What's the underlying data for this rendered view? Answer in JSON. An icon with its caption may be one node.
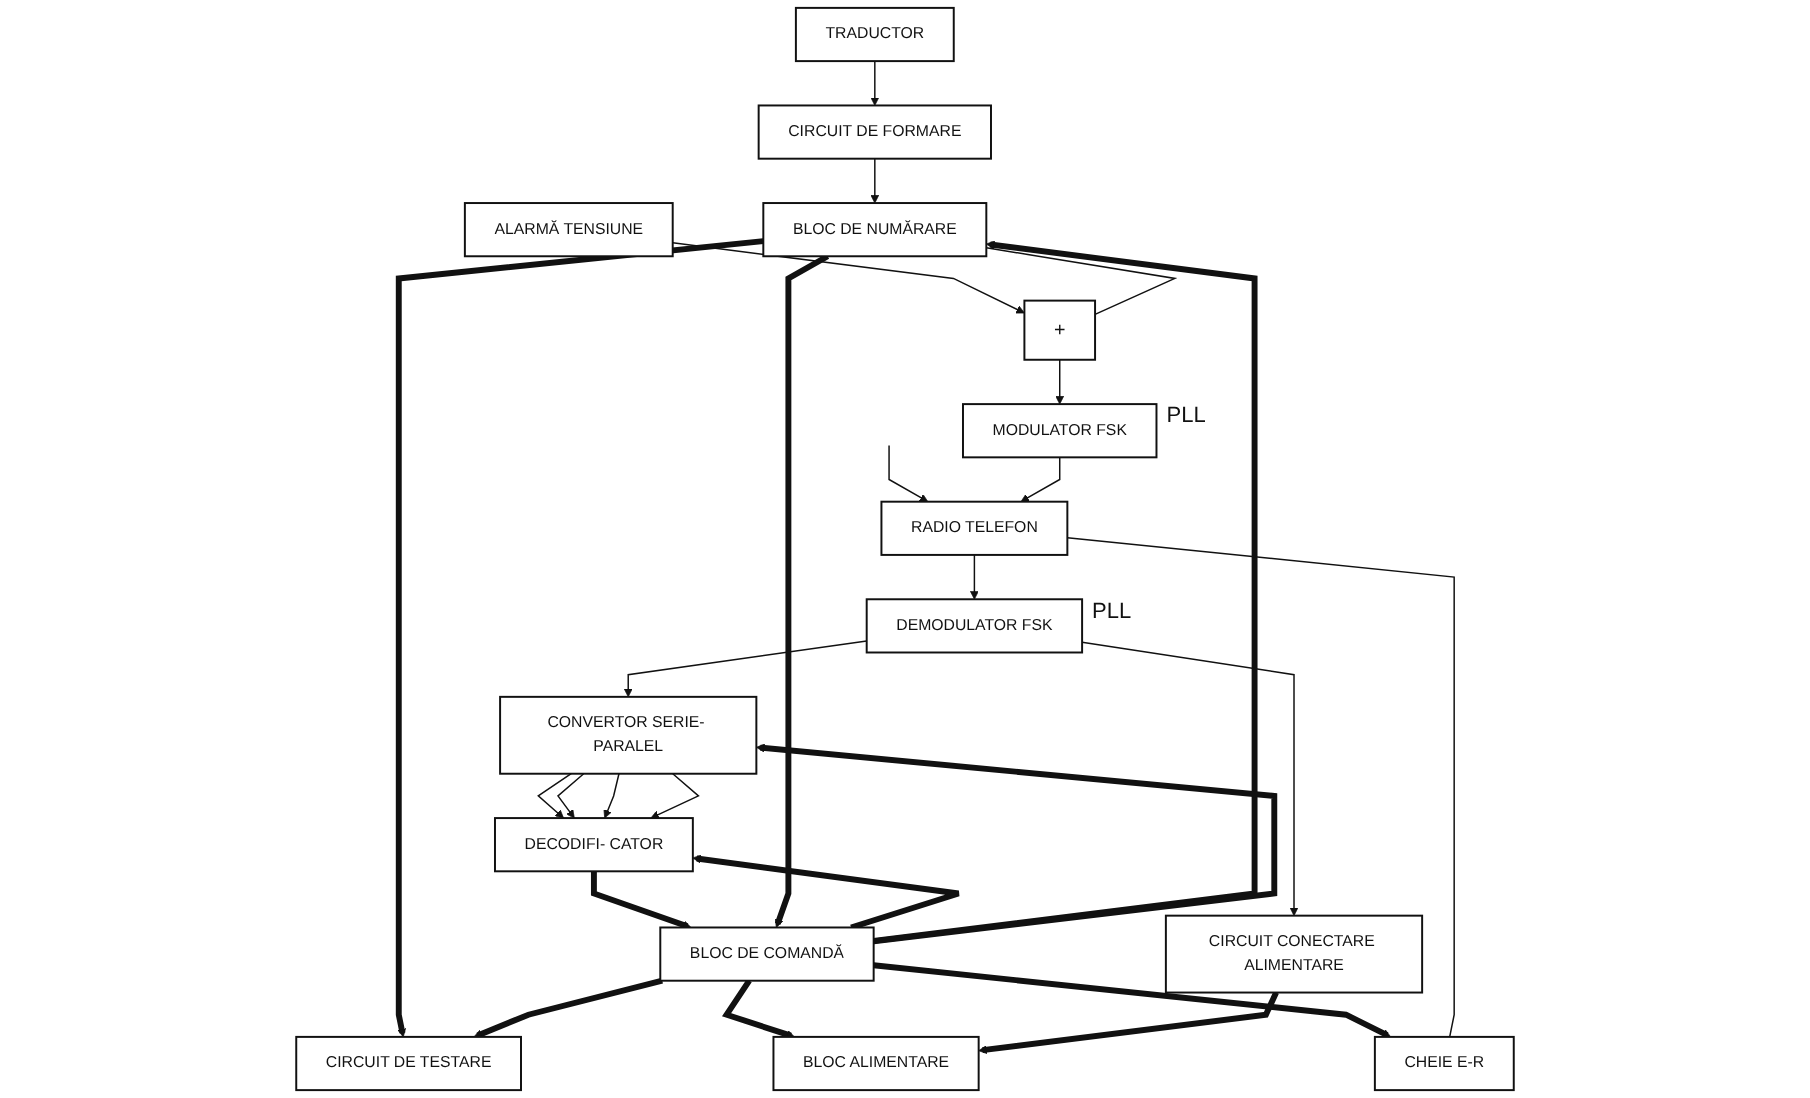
{
  "diagram": {
    "nodes": [
      {
        "text": [
          "TRADUCTOR"
        ]
      },
      {
        "text": [
          "CIRCUIT DE FORMARE"
        ]
      },
      {
        "text": [
          "ALARMĂ TENSIUNE"
        ]
      },
      {
        "text": [
          "BLOC DE NUMĂRARE"
        ]
      },
      {
        "text": [
          "+"
        ]
      },
      {
        "text": [
          "CIRCUIT DE TESTARE"
        ]
      },
      {
        "text": [
          "RADIO TELEFON"
        ]
      },
      {
        "text": [
          "MODULATOR FSK"
        ],
        "beside": [
          "PLL"
        ]
      },
      {
        "text": [
          "DEMODULATOR FSK"
        ],
        "beside": [
          "PLL"
        ]
      },
      {
        "text": [
          "CONVERTOR SERIE- PARALEL"
        ]
      },
      {
        "text": [
          "DECODIFI- CATOR"
        ]
      },
      {
        "text": [
          "BLOC DE COMANDĂ"
        ]
      },
      {
        "text": [
          "CHEIE E-R"
        ]
      },
      {
        "text": [
          "CIRCUIT CONECTARE ALIMENTARE"
        ]
      },
      {
        "text": [
          "BLOC ALIMENTARE"
        ]
      }
    ],
    "edges": [
      {
        "from": null,
        "to": 6,
        "arrow": "to"
      },
      {
        "from": 0,
        "to": 1,
        "arrow": "to"
      },
      {
        "from": 1,
        "to": 3,
        "arrow": "to"
      },
      {
        "from": 2,
        "to": 4,
        "arrow": "to"
      },
      {
        "from": 3,
        "to": 4,
        "arrow": "none"
      },
      {
        "from": 4,
        "to": 7,
        "arrow": "to"
      },
      {
        "from": 7,
        "to": 6,
        "arrow": "to"
      },
      {
        "from": 6,
        "to": 8,
        "arrow": "to"
      },
      {
        "from": 8,
        "to": 9,
        "arrow": "to"
      },
      {
        "from": 8,
        "to": 13,
        "arrow": "to"
      },
      {
        "from": 9,
        "to": 10,
        "arrow": "to"
      },
      {
        "from": 9,
        "to": 10,
        "arrow": "to"
      },
      {
        "from": 9,
        "to": 10,
        "arrow": "to"
      },
      {
        "from": 9,
        "to": 10,
        "arrow": "to"
      },
      {
        "from": 10,
        "to": 11,
        "arrow": "to",
        "style": "thick"
      },
      {
        "from": 11,
        "to": 10,
        "arrow": "to",
        "style": "thick"
      },
      {
        "from": 3,
        "to": 5,
        "arrow": "to",
        "style": "thick"
      },
      {
        "from": 11,
        "to": 5,
        "arrow": "to",
        "style": "thick"
      },
      {
        "from": 11,
        "to": 3,
        "arrow": "to",
        "style": "thick"
      },
      {
        "from": 3,
        "to": 11,
        "arrow": "to",
        "style": "thick"
      },
      {
        "from": 11,
        "to": 9,
        "arrow": "to",
        "style": "thick"
      },
      {
        "from": 11,
        "to": 14,
        "arrow": "to",
        "style": "thick"
      },
      {
        "from": 13,
        "to": 14,
        "arrow": "to",
        "style": "thick"
      },
      {
        "from": 11,
        "to": 12,
        "arrow": "to",
        "style": "thick"
      },
      {
        "from": 6,
        "to": 12,
        "arrow": "none"
      }
    ]
  }
}
